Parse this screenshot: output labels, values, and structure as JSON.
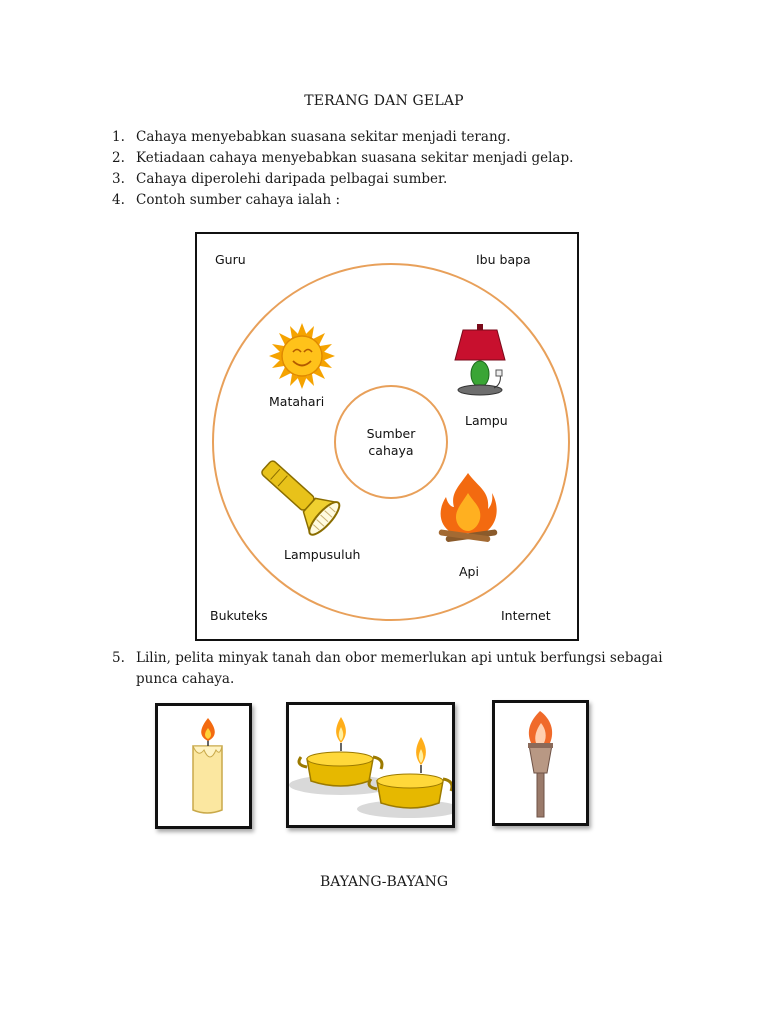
{
  "title": "TERANG DAN GELAP",
  "list": [
    {
      "num": "1.",
      "text": "Cahaya menyebabkan suasana sekitar menjadi terang."
    },
    {
      "num": "2.",
      "text": "Ketiadaan cahaya menyebabkan suasana sekitar menjadi gelap."
    },
    {
      "num": "3.",
      "text": "Cahaya diperolehi daripada pelbagai sumber."
    },
    {
      "num": "4.",
      "text": "Contoh sumber cahaya ialah :"
    }
  ],
  "diagram": {
    "center_line1": "Sumber",
    "center_line2": "cahaya",
    "corners": {
      "top_left": "Guru",
      "top_right": "Ibu bapa",
      "bottom_left": "Bukuteks",
      "bottom_right": "Internet"
    },
    "sources": {
      "sun": "Matahari",
      "lamp": "Lampu",
      "flashlight": "Lampusuluh",
      "fire": "Api"
    },
    "ring_color": "#e8a05a"
  },
  "item5": {
    "num": "5.",
    "text": "Lilin, pelita minyak tanah dan obor memerlukan api untuk berfungsi sebagai punca cahaya."
  },
  "pictures": [
    "candle-icon",
    "oil-lamp-icon",
    "torch-icon"
  ],
  "subtitle": "BAYANG-BAYANG"
}
